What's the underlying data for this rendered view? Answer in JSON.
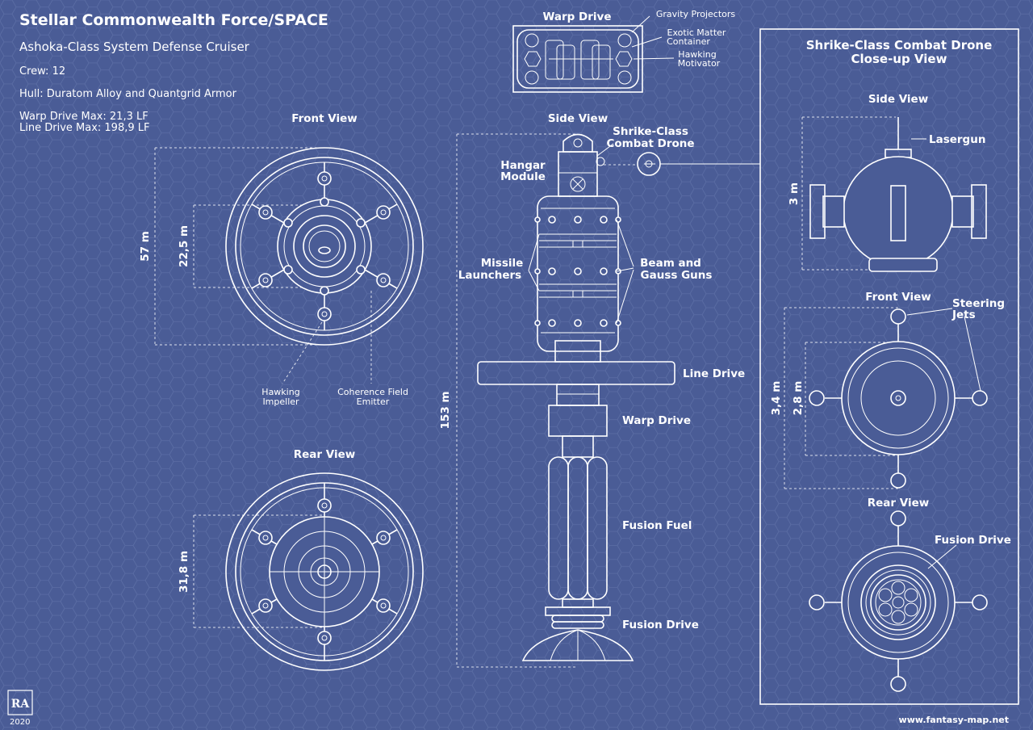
{
  "title": "Stellar Commonwealth Force/SPACE",
  "subtitle": "Ashoka-Class System Defense Cruiser",
  "specs": {
    "crew": "Crew: 12",
    "hull": "Hull: Duratom Alloy and Quantgrid Armor",
    "warp": "Warp Drive Max: 21,3 LF",
    "line": "Line Drive Max: 198,9 LF"
  },
  "views": {
    "front": "Front View",
    "rear": "Rear View",
    "side": "Side View",
    "warp_drive": "Warp Drive"
  },
  "warp_callouts": {
    "gravity": "Gravity Projectors",
    "exotic_1": "Exotic Matter",
    "exotic_2": "Container",
    "hawking_1": "Hawking",
    "hawking_2": "Motivator"
  },
  "front_labels": {
    "hawking_impeller_1": "Hawking",
    "hawking_impeller_2": "Impeller",
    "coherence_1": "Coherence Field",
    "coherence_2": "Emitter"
  },
  "dimensions": {
    "front_outer": "57 m",
    "front_inner": "22,5 m",
    "rear_inner": "31,8 m",
    "length": "153 m",
    "drone_height": "3 m",
    "drone_outer": "3,4 m",
    "drone_inner": "2,8 m"
  },
  "side_labels": {
    "drone_1": "Shrike-Class",
    "drone_2": "Combat Drone",
    "hangar_1": "Hangar",
    "hangar_2": "Module",
    "missile_1": "Missile",
    "missile_2": "Launchers",
    "beam_1": "Beam and",
    "beam_2": "Gauss Guns",
    "line_drive": "Line Drive",
    "warp_drive": "Warp Drive",
    "fusion_fuel": "Fusion Fuel",
    "fusion_drive": "Fusion Drive"
  },
  "drone_panel": {
    "title_1": "Shrike-Class Combat Drone",
    "title_2": "Close-up View",
    "side_view": "Side View",
    "lasergun": "Lasergun",
    "front_view": "Front View",
    "steering_1": "Steering",
    "steering_2": "Jets",
    "rear_view": "Rear View",
    "fusion_drive": "Fusion Drive"
  },
  "logo": "RA",
  "year": "2020",
  "website": "www.fantasy-map.net"
}
